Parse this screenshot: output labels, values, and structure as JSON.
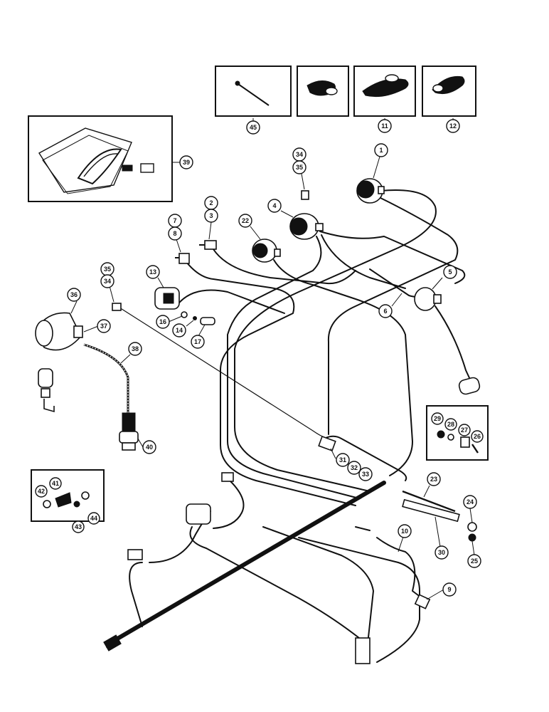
{
  "callouts": [
    {
      "id": "c45",
      "label": "45"
    },
    {
      "id": "c11",
      "label": "11"
    },
    {
      "id": "c12",
      "label": "12"
    },
    {
      "id": "c39",
      "label": "39"
    },
    {
      "id": "c1",
      "label": "1"
    },
    {
      "id": "c34a",
      "label": "34"
    },
    {
      "id": "c35a",
      "label": "35"
    },
    {
      "id": "c4",
      "label": "4"
    },
    {
      "id": "c2",
      "label": "2"
    },
    {
      "id": "c3",
      "label": "3"
    },
    {
      "id": "c22",
      "label": "22"
    },
    {
      "id": "c7",
      "label": "7"
    },
    {
      "id": "c8",
      "label": "8"
    },
    {
      "id": "c35b",
      "label": "35"
    },
    {
      "id": "c34b",
      "label": "34"
    },
    {
      "id": "c13",
      "label": "13"
    },
    {
      "id": "c5",
      "label": "5"
    },
    {
      "id": "c6",
      "label": "6"
    },
    {
      "id": "c36",
      "label": "36"
    },
    {
      "id": "c37",
      "label": "37"
    },
    {
      "id": "c16",
      "label": "16"
    },
    {
      "id": "c14",
      "label": "14"
    },
    {
      "id": "c17",
      "label": "17"
    },
    {
      "id": "c38",
      "label": "38"
    },
    {
      "id": "c29",
      "label": "29"
    },
    {
      "id": "c28",
      "label": "28"
    },
    {
      "id": "c27",
      "label": "27"
    },
    {
      "id": "c26",
      "label": "26"
    },
    {
      "id": "c40",
      "label": "40"
    },
    {
      "id": "c31",
      "label": "31"
    },
    {
      "id": "c32",
      "label": "32"
    },
    {
      "id": "c33",
      "label": "33"
    },
    {
      "id": "c23",
      "label": "23"
    },
    {
      "id": "c41",
      "label": "41"
    },
    {
      "id": "c42",
      "label": "42"
    },
    {
      "id": "c43",
      "label": "43"
    },
    {
      "id": "c44",
      "label": "44"
    },
    {
      "id": "c24",
      "label": "24"
    },
    {
      "id": "c30",
      "label": "30"
    },
    {
      "id": "c25",
      "label": "25"
    },
    {
      "id": "c10",
      "label": "10"
    },
    {
      "id": "c9",
      "label": "9"
    }
  ]
}
